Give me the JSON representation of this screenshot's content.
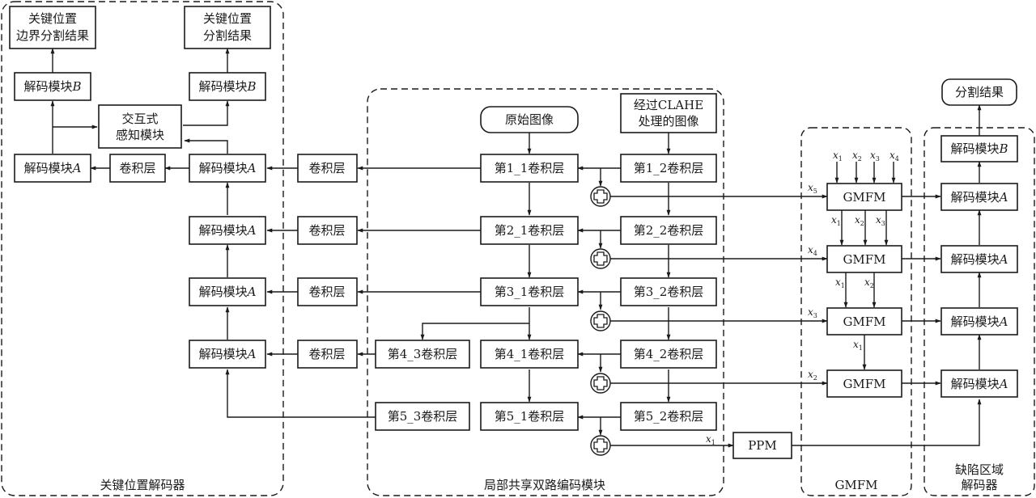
{
  "groups": {
    "key_decoder": "关键位置解码器",
    "encoder": "局部共享双路编码模块",
    "gmfm": "GMFM",
    "defect_decoder_l1": "缺陷区域",
    "defect_decoder_l2": "解码器"
  },
  "key_decoder": {
    "out_boundary_l1": "关键位置",
    "out_boundary_l2": "边界分割结果",
    "out_seg_l1": "关键位置",
    "out_seg_l2": "分割结果",
    "decB_left": {
      "text": "解码模块",
      "var": "B"
    },
    "decB_right": {
      "text": "解码模块",
      "var": "B"
    },
    "interactive_l1": "交互式",
    "interactive_l2": "感知模块",
    "decA_left": {
      "text": "解码模块",
      "var": "A"
    },
    "conv_mid": "卷积层",
    "decA_rows": [
      {
        "text": "解码模块",
        "var": "A"
      },
      {
        "text": "解码模块",
        "var": "A"
      },
      {
        "text": "解码模块",
        "var": "A"
      },
      {
        "text": "解码模块",
        "var": "A"
      }
    ],
    "conv_rows": [
      "卷积层",
      "卷积层",
      "卷积层",
      "卷积层"
    ]
  },
  "encoder": {
    "input_original": "原始图像",
    "input_clahe_l1": "经过CLAHE",
    "input_clahe_l2": "处理的图像",
    "col1": [
      "第1_1卷积层",
      "第2_1卷积层",
      "第3_1卷积层",
      "第4_1卷积层",
      "第5_1卷积层"
    ],
    "col2": [
      "第1_2卷积层",
      "第2_2卷积层",
      "第3_2卷积层",
      "第4_2卷积层",
      "第5_2卷积层"
    ],
    "col3": [
      "第4_3卷积层",
      "第5_3卷积层"
    ],
    "adders": [
      "add-1",
      "add-2",
      "add-3",
      "add-4",
      "add-5"
    ]
  },
  "gmfm": {
    "blocks": [
      "GMFM",
      "GMFM",
      "GMFM",
      "GMFM"
    ],
    "ppm": "PPM",
    "top_inputs": [
      "1",
      "2",
      "3",
      "4"
    ],
    "side_inputs": [
      "5",
      "4",
      "3",
      "2"
    ],
    "ppm_input": "1",
    "b1_outputs": [
      "1",
      "2",
      "3"
    ],
    "b2_outputs": [
      "1",
      "2"
    ],
    "b3_outputs": [
      "1"
    ],
    "var_letter": "x"
  },
  "defect_decoder": {
    "result": "分割结果",
    "decB": {
      "text": "解码模块",
      "var": "B"
    },
    "decA_rows": [
      {
        "text": "解码模块",
        "var": "A"
      },
      {
        "text": "解码模块",
        "var": "A"
      },
      {
        "text": "解码模块",
        "var": "A"
      },
      {
        "text": "解码模块",
        "var": "A"
      }
    ]
  }
}
